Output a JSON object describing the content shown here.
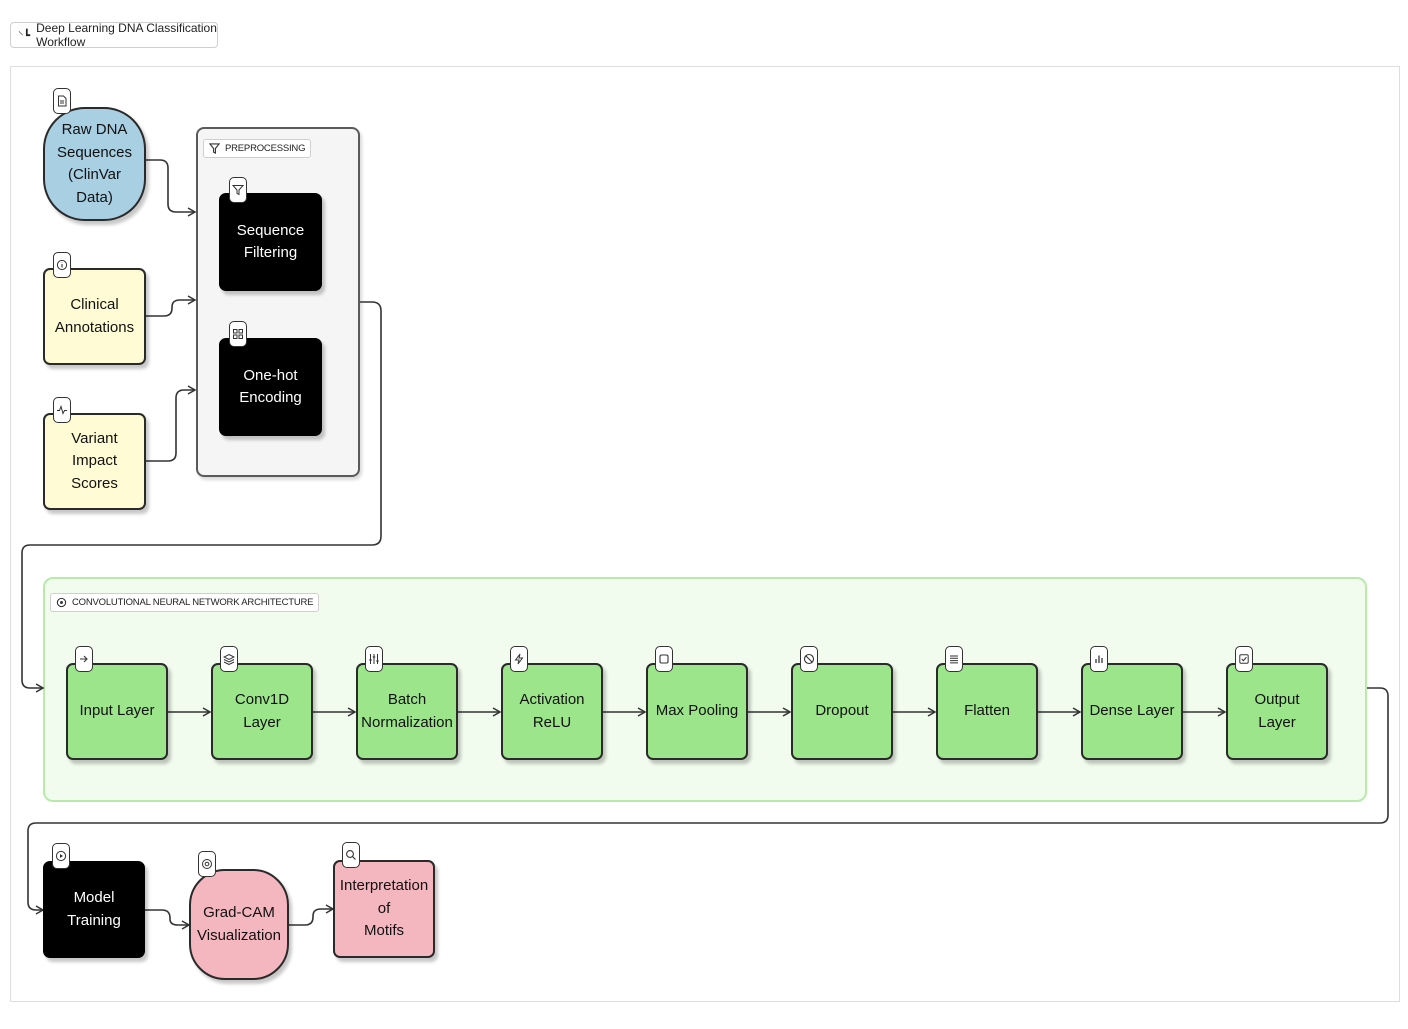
{
  "header": {
    "title": "Deep Learning DNA Classification Workflow",
    "icon": "workflow-icon"
  },
  "groups": {
    "preprocessing": {
      "label": "PREPROCESSING",
      "icon": "filter-icon"
    },
    "cnn": {
      "label": "CONVOLUTIONAL NEURAL NETWORK ARCHITECTURE",
      "icon": "brain-icon"
    }
  },
  "nodes": {
    "raw_dna": {
      "label": "Raw DNA\nSequences\n(ClinVar Data)",
      "icon": "file-icon"
    },
    "clinical": {
      "label": "Clinical\nAnnotations",
      "icon": "info-icon"
    },
    "variant": {
      "label": "Variant Impact\nScores",
      "icon": "activity-icon"
    },
    "seq_filter": {
      "label": "Sequence\nFiltering",
      "icon": "filter-icon"
    },
    "onehot": {
      "label": "One-hot\nEncoding",
      "icon": "grid-icon"
    },
    "input": {
      "label": "Input Layer",
      "icon": "arrow-right-icon"
    },
    "conv1d": {
      "label": "Conv1D Layer",
      "icon": "layers-icon"
    },
    "batchnorm": {
      "label": "Batch\nNormalization",
      "icon": "sliders-icon"
    },
    "relu": {
      "label": "Activation ReLU",
      "icon": "lightning-icon"
    },
    "maxpool": {
      "label": "Max Pooling",
      "icon": "square-icon"
    },
    "dropout": {
      "label": "Dropout",
      "icon": "ban-icon"
    },
    "flatten": {
      "label": "Flatten",
      "icon": "list-icon"
    },
    "dense": {
      "label": "Dense Layer",
      "icon": "bar-chart-icon"
    },
    "output": {
      "label": "Output Layer",
      "icon": "check-square-icon"
    },
    "training": {
      "label": "Model Training",
      "icon": "play-circle-icon"
    },
    "gradcam": {
      "label": "Grad-CAM\nVisualization",
      "icon": "eye-icon"
    },
    "interp": {
      "label": "Interpretation of\nMotifs",
      "icon": "search-icon"
    }
  },
  "colors": {
    "blue": "#a9cfe3",
    "yellow": "#fffbd4",
    "black": "#000000",
    "green": "#9de58b",
    "pink": "#f5b7bf",
    "cnn_bg": "#f1fcee"
  }
}
